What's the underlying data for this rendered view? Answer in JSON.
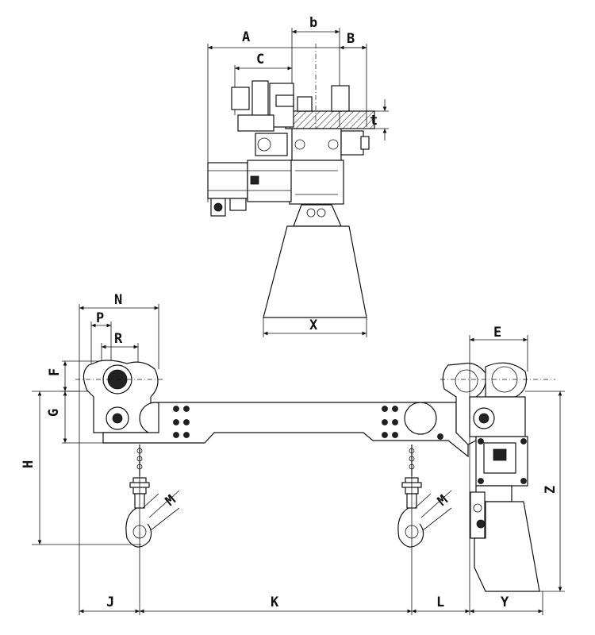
{
  "top_view": {
    "labels": {
      "a": "A",
      "b": "b",
      "bb": "B",
      "c": "C",
      "t": "t",
      "x": "X"
    }
  },
  "front_view": {
    "labels": {
      "n": "N",
      "p": "P",
      "r": "R",
      "f": "F",
      "g": "G",
      "h": "H",
      "m_left": "M",
      "m_right": "M",
      "e": "E",
      "z": "Z",
      "j": "J",
      "k": "K",
      "l": "L",
      "y": "Y"
    }
  },
  "colors": {
    "line": "#111111",
    "background": "#ffffff"
  }
}
